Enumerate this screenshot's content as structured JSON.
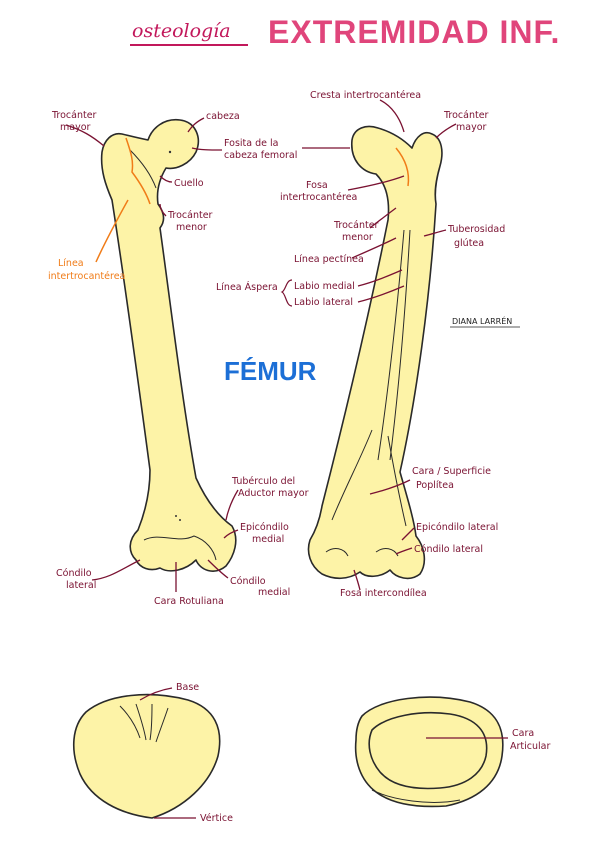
{
  "header": {
    "subtitle": "osteología",
    "title": "EXTREMIDAD INF."
  },
  "main_label": "FÉMUR",
  "signature": "DIANA LARRÉN",
  "anterior_labels": {
    "trocanter_mayor": [
      "Trocánter",
      "mayor"
    ],
    "cabeza": "cabeza",
    "fosita": [
      "Fosita de la",
      "cabeza femoral"
    ],
    "cuello": "Cuello",
    "trocanter_menor": [
      "Trocánter",
      "menor"
    ],
    "linea_intertrocanterea": [
      "Línea",
      "intertrocantérea"
    ],
    "condilo_lateral": [
      "Cóndilo",
      "lateral"
    ],
    "cara_rotuliana": "Cara Rotuliana",
    "condilo_medial": [
      "Cóndilo",
      "medial"
    ],
    "epicondilo_medial": [
      "Epicóndilo",
      "medial"
    ],
    "tuberculo_aductor": [
      "Tubérculo del",
      "Aductor mayor"
    ]
  },
  "posterior_labels": {
    "cresta_intertrocanterea": "Cresta intertrocantérea",
    "trocanter_mayor": [
      "Trocánter",
      "mayor"
    ],
    "fosa_intertrocanterea": [
      "Fosa",
      "intertrocantérea"
    ],
    "trocanter_menor": [
      "Trocánter",
      "menor"
    ],
    "tuberosidad_glutea": [
      "Tuberosidad",
      "glútea"
    ],
    "linea_pectinea": "Línea pectínea",
    "linea_aspera": "Línea Áspera",
    "labio_medial": "Labio medial",
    "labio_lateral": "Labio lateral",
    "cara_poplitea": [
      "Cara / Superficie",
      "Poplítea"
    ],
    "epicondilo_lateral": "Epicóndilo lateral",
    "condilo_lateral": "Cóndilo lateral",
    "fosa_intercondilea": "Fosa intercondílea"
  },
  "patella_labels": {
    "base": "Base",
    "vertice": "Vértice",
    "cara_articular": [
      "Cara",
      "Articular"
    ]
  },
  "colors": {
    "header_title": "#e0457b",
    "header_subtitle": "#c2185b",
    "label": "#7a1232",
    "label_orange": "#f07c18",
    "femur_label": "#1c6fd6",
    "bone_fill": "#fdf3a7"
  }
}
